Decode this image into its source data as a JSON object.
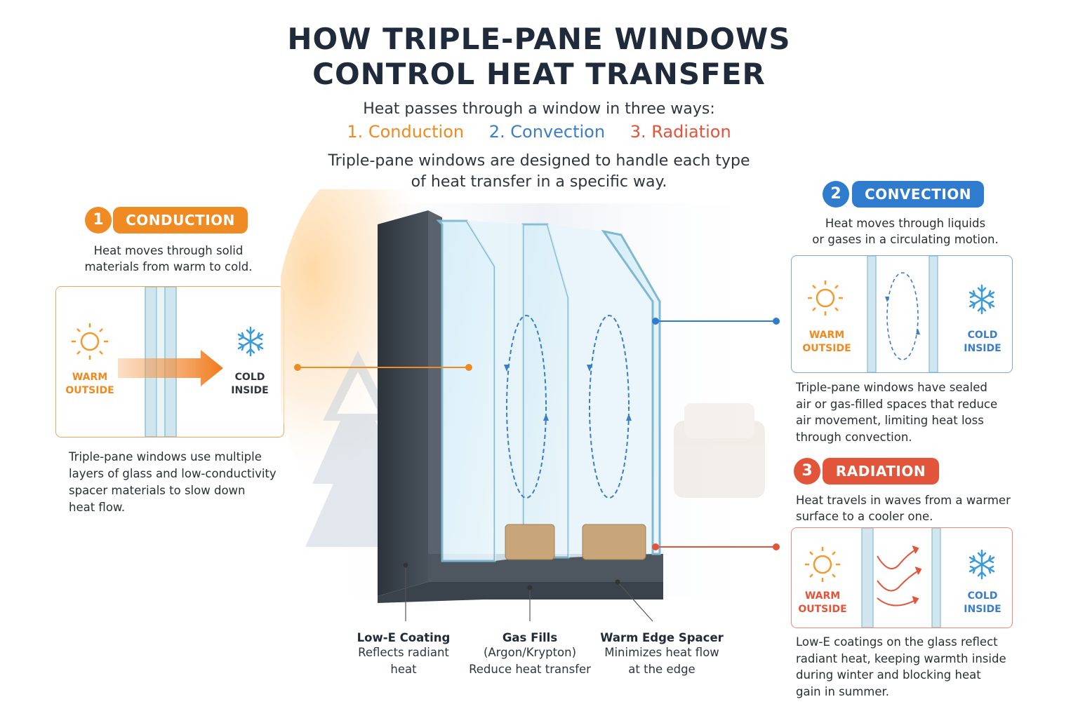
{
  "title_line1": "HOW TRIPLE-PANE WINDOWS",
  "title_line2": "CONTROL HEAT TRANSFER",
  "intro": "Heat passes through a window in three ways:",
  "ways": [
    "1. Conduction",
    "2. Convection",
    "3. Radiation"
  ],
  "design_line1": "Triple-pane windows are designed to handle each type",
  "design_line2": "of heat transfer in a specific way.",
  "conduction": {
    "num": "1",
    "label": "CONDUCTION",
    "desc_line1": "Heat moves through solid",
    "desc_line2": "materials from warm to cold.",
    "warm_line1": "WARM",
    "warm_line2": "OUTSIDE",
    "cold_line1": "COLD",
    "cold_line2": "INSIDE",
    "body": [
      "Triple-pane windows use multiple",
      "layers of glass and low-conductivity",
      "spacer materials to slow down",
      "heat flow."
    ]
  },
  "convection": {
    "num": "2",
    "label": "CONVECTION",
    "desc_line1": "Heat moves through liquids",
    "desc_line2": "or gases in a circulating motion.",
    "warm_line1": "WARM",
    "warm_line2": "OUTSIDE",
    "cold_line1": "COLD",
    "cold_line2": "INSIDE",
    "body": [
      "Triple-pane windows have sealed",
      "air or gas-filled spaces that reduce",
      "air movement, limiting heat loss",
      "through convection."
    ]
  },
  "radiation": {
    "num": "3",
    "label": "RADIATION",
    "desc_line1": "Heat travels in waves from a warmer",
    "desc_line2": "surface to a cooler one.",
    "warm_line1": "WARM",
    "warm_line2": "OUTSIDE",
    "cold_line1": "COLD",
    "cold_line2": "INSIDE",
    "body": [
      "Low-E coatings on the glass reflect",
      "radiant heat, keeping warmth inside",
      "during winter and blocking heat",
      "gain in summer."
    ]
  },
  "bottom": {
    "lowe_title": "Low-E Coating",
    "lowe_line1": "Reflects radiant",
    "lowe_line2": "heat",
    "gas_title": "Gas Fills",
    "gas_line1": "(Argon/Krypton)",
    "gas_line2": "Reduce heat transfer",
    "spacer_title": "Warm Edge Spacer",
    "spacer_line1": "Minimizes heat flow",
    "spacer_line2": "at the edge"
  },
  "colors": {
    "conduction": "#f08a22",
    "convection": "#2f7ccf",
    "radiation": "#e2553a"
  },
  "icons": [
    "sun-icon",
    "snowflake-icon",
    "arrow-icon"
  ]
}
